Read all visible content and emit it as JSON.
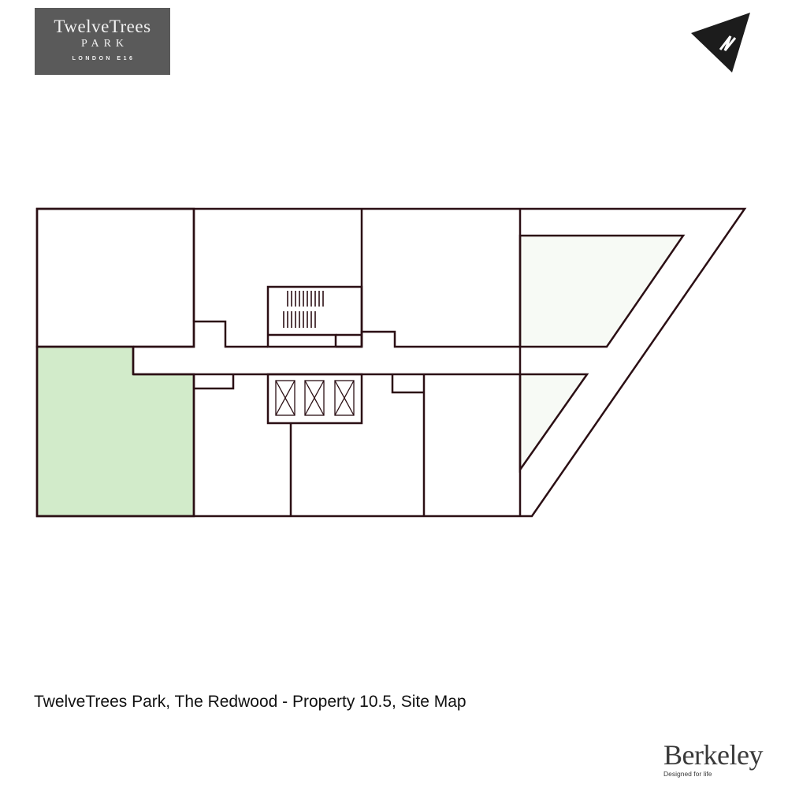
{
  "logo": {
    "line1": "TwelveTrees",
    "line2": "PARK",
    "line3": "LONDON E16",
    "background": "#5a5a5a"
  },
  "compass": {
    "icon": "north-arrow-icon",
    "label": "N"
  },
  "plan": {
    "line_color": "#2b0f14",
    "highlight_color": "#d2ebca",
    "balcony_color": "#f7faf5",
    "highlighted_unit": "Property 10.5",
    "elements": [
      "units",
      "corridor",
      "stair-core",
      "lift-core",
      "balconies"
    ]
  },
  "caption": {
    "text": "TwelveTrees Park, The Redwood - Property 10.5, Site Map"
  },
  "developer": {
    "name": "Berkeley",
    "tagline": "Designed for life"
  }
}
